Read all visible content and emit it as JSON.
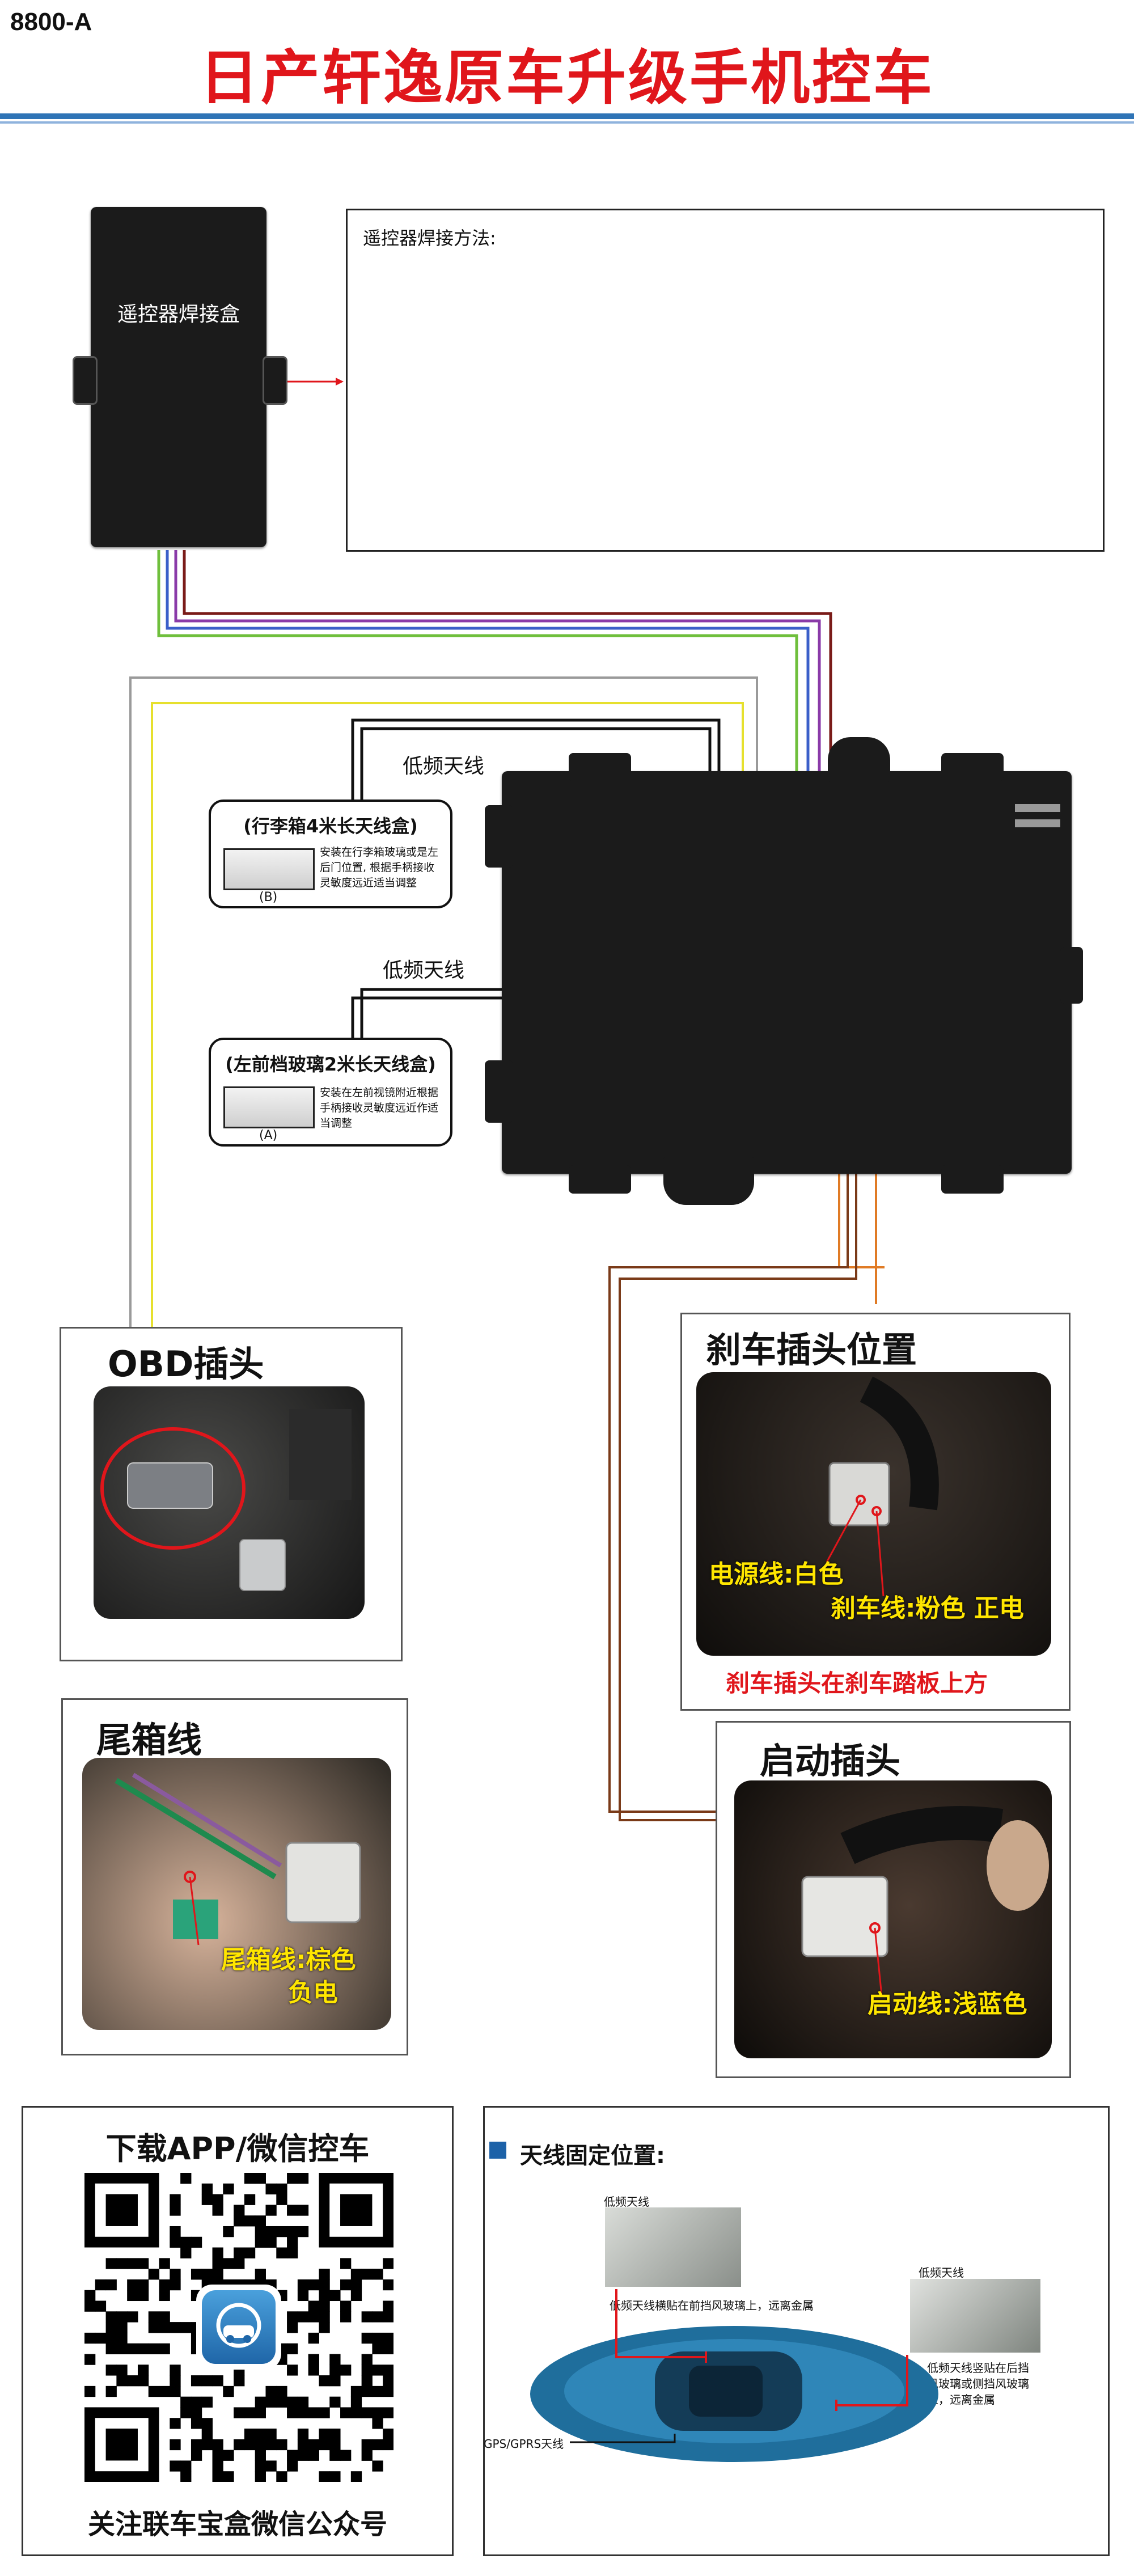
{
  "header": {
    "model_code": "8800-A",
    "title": "日产轩逸原车升级手机控车"
  },
  "remote_box": {
    "label": "遥控器焊接盒"
  },
  "method_box": {
    "label": "遥控器焊接方法:"
  },
  "antennas": {
    "lf_label_top": "低频天线",
    "lf_label_bottom": "低频天线",
    "trunk": {
      "title": "(行李箱4米长天线盒)",
      "code": "(B)",
      "note": "安装在行李箱玻璃或是左后门位置, 根据手柄接收灵敏度远近适当调整"
    },
    "front": {
      "title": "(左前档玻璃2米长天线盒)",
      "code": "(A)",
      "note": "安装在左前视镜附近根据手柄接收灵敏度远近作适当调整"
    }
  },
  "obd": {
    "title": "OBD插头"
  },
  "brake": {
    "title": "刹车插头位置",
    "label_power": "电源线:白色",
    "label_brake": "刹车线:粉色 正电",
    "caption": "刹车插头在刹车踏板上方"
  },
  "trunk_wire": {
    "title": "尾箱线",
    "label_line1": "尾箱线:棕色",
    "label_line2": "负电"
  },
  "start": {
    "title": "启动插头",
    "label": "启动线:浅蓝色"
  },
  "qr": {
    "title": "下载APP/微信控车",
    "footer": "关注联车宝盒微信公众号"
  },
  "antenna_position": {
    "title": "天线固定位置:",
    "lf_top_left": "低频天线",
    "lf_top_right": "低频天线",
    "note_front": "低频天线横贴在前挡风玻璃上，远离金属",
    "note_rear_1": "低频天线竖贴在后挡",
    "note_rear_2": "风玻璃或侧挡风玻璃",
    "note_rear_3": "上，远离金属",
    "gps_label": "GPS/GPRS天线"
  },
  "colors": {
    "title_red": "#e0161b",
    "header_rule": "#2f74b6",
    "label_yellow": "#ffe600",
    "car_body": "#1f6e9c"
  }
}
